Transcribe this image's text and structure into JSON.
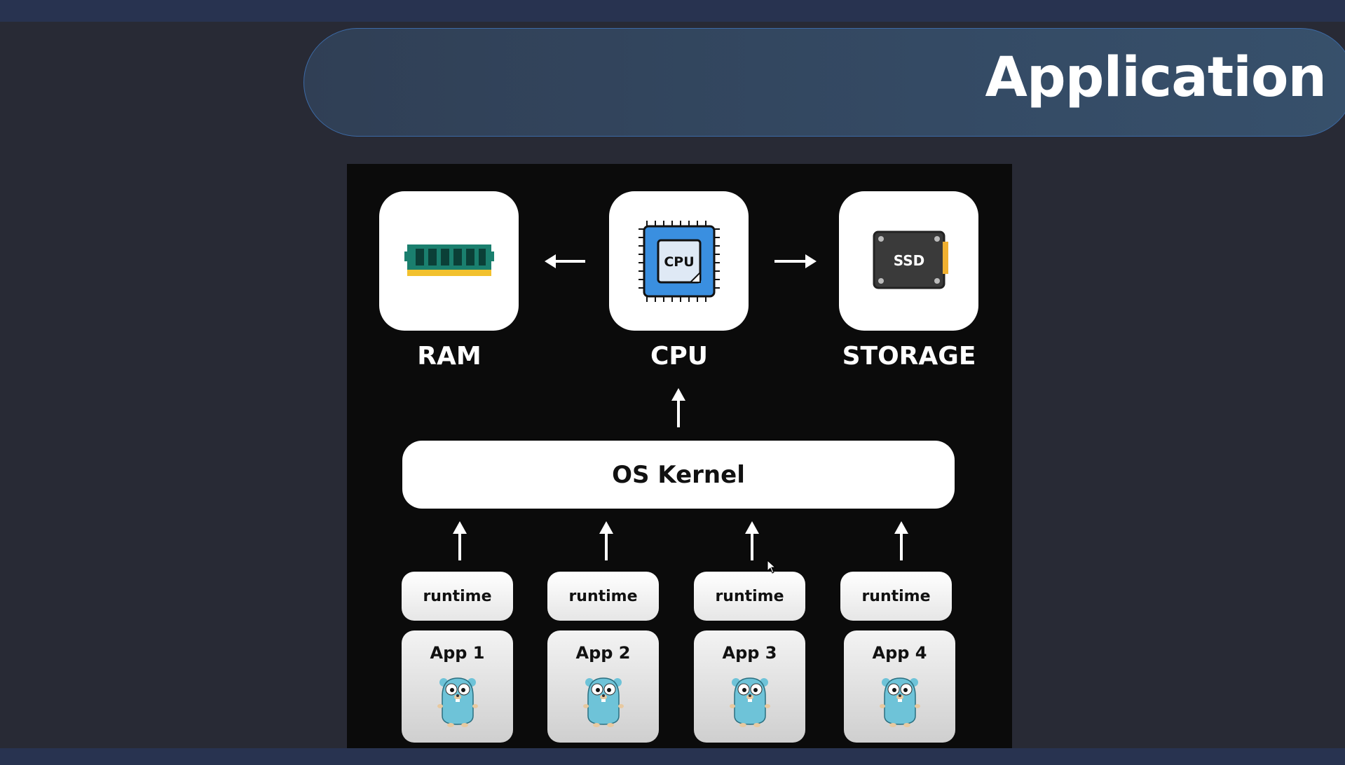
{
  "header": {
    "title": "Application"
  },
  "diagram": {
    "hardware": [
      {
        "label": "RAM",
        "icon": "ram-icon"
      },
      {
        "label": "CPU",
        "icon": "cpu-icon",
        "chip_text": "CPU"
      },
      {
        "label": "STORAGE",
        "icon": "ssd-icon",
        "chip_text": "SSD"
      }
    ],
    "kernel": "OS Kernel",
    "runtimes": [
      "runtime",
      "runtime",
      "runtime",
      "runtime"
    ],
    "apps": [
      "App 1",
      "App 2",
      "App 3",
      "App 4"
    ]
  },
  "colors": {
    "background": "#282a35",
    "bars": "#283350",
    "diagram_bg": "#0b0b0b",
    "gopher": "#6ec3d8",
    "cpu_blue": "#3a8fe0",
    "ram_green": "#1a7f6e",
    "ram_gold": "#f2c12e",
    "ssd_accent": "#f0b030"
  }
}
